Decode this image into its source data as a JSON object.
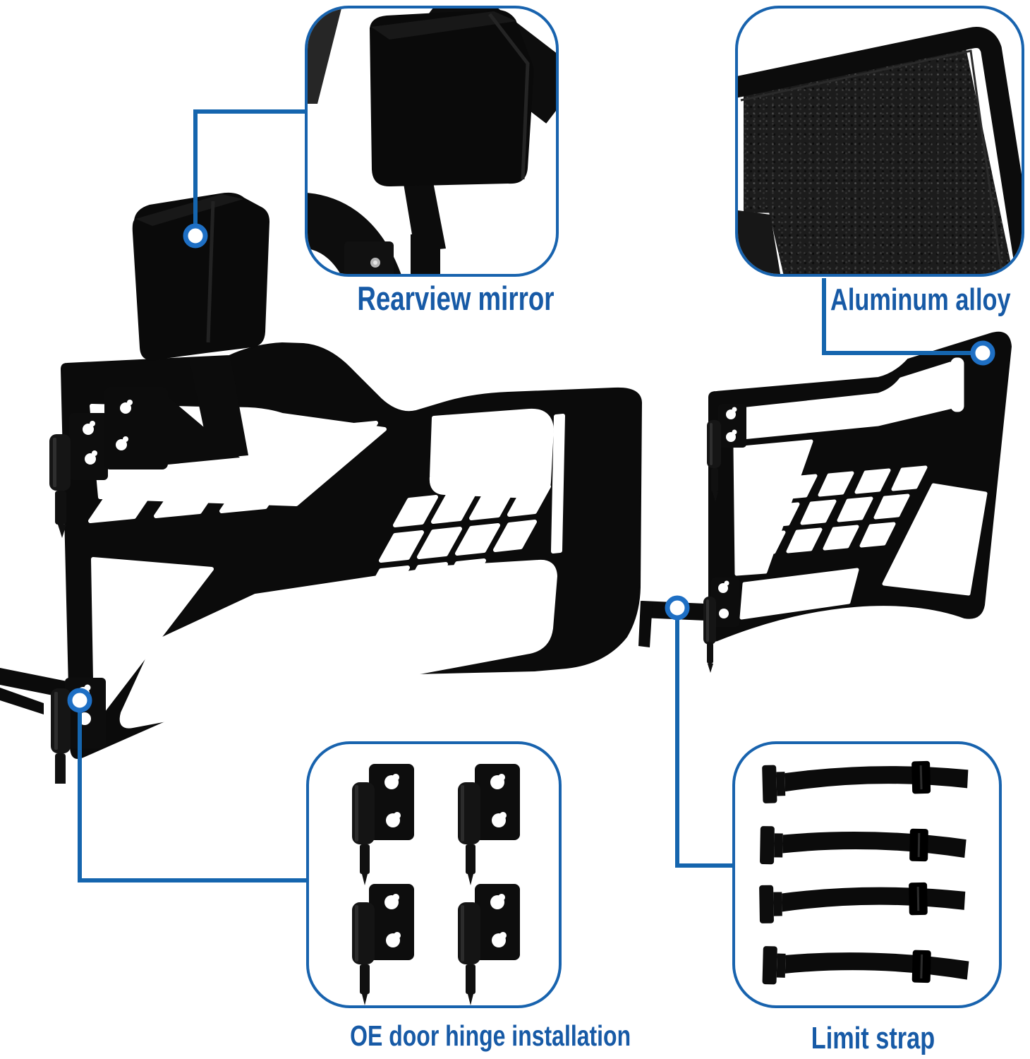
{
  "page": {
    "type": "product-infographic",
    "background": "#ffffff"
  },
  "callouts": {
    "rearview_mirror": {
      "label": "Rearview mirror"
    },
    "aluminum_alloy": {
      "label": "Aluminum alloy"
    },
    "oe_door_hinge": {
      "label": "OE door hinge installation",
      "items_shown": 4
    },
    "limit_strap": {
      "label": "Limit strap",
      "items_shown": 4
    }
  },
  "figures": {
    "front_door": "front-tube-door-with-rearview-mirror",
    "rear_door": "rear-tube-door"
  },
  "colors": {
    "label_text": "#175aa6",
    "callout_border": "#1863ae",
    "leader_line": "#1565ae",
    "marker_ring": "#1e6fc4",
    "part_black": "#0b0b0b"
  }
}
